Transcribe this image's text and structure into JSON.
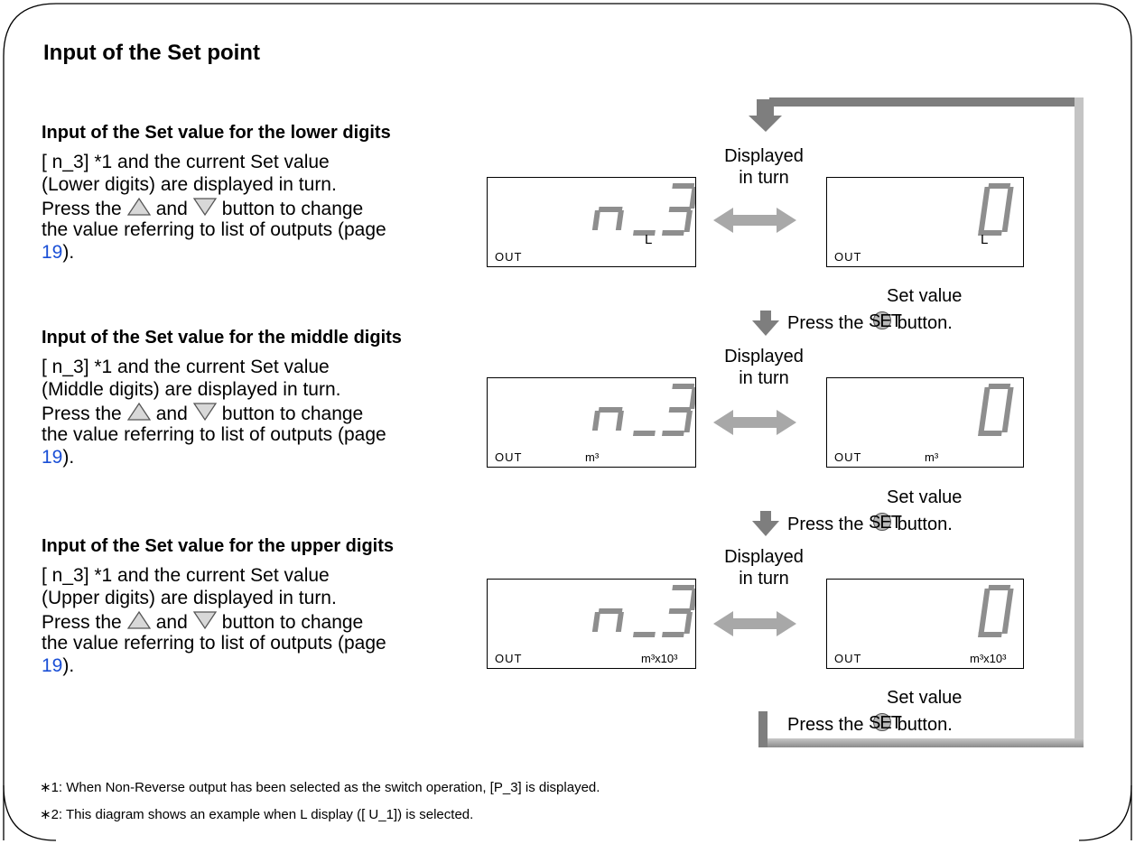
{
  "title": "Input of the Set point",
  "sections": [
    {
      "heading": "Input of the Set value for the lower digits",
      "line1": "[    n_3] *1 and the current Set value",
      "line2": "(Lower digits) are displayed in turn.",
      "press_pre": "Press the",
      "press_mid": "and",
      "press_post": "button to change",
      "line4": "the value referring to list of outputs (page",
      "page_ref": "19",
      "close": ").",
      "lcd_code": "n_3",
      "lcd_value": "0",
      "lcd_out": "OUT",
      "lcd_unit": "L"
    },
    {
      "heading": "Input of the Set value for the middle digits",
      "line1": "[    n_3] *1 and the current Set value",
      "line2": "(Middle digits) are displayed in turn.",
      "press_pre": "Press the",
      "press_mid": "and",
      "press_post": "button to change",
      "line4": "the value referring to list of outputs (page",
      "page_ref": "19",
      "close": ").",
      "lcd_code": "n_3",
      "lcd_value": "0",
      "lcd_out": "OUT",
      "lcd_unit": "m³"
    },
    {
      "heading": "Input of the Set value for the upper digits",
      "line1": "[    n_3] *1 and the current Set value",
      "line2": "(Upper digits) are displayed in turn.",
      "press_pre": "Press the",
      "press_mid": "and",
      "press_post": "button to change",
      "line4": "the value referring to list of outputs (page",
      "page_ref": "19",
      "close": ").",
      "lcd_code": "n_3",
      "lcd_value": "0",
      "lcd_out": "OUT",
      "lcd_unit": "m³x10³"
    }
  ],
  "flow": {
    "displayed": "Displayed",
    "in_turn": "in turn",
    "set_value": "Set value",
    "press_the": "Press the",
    "set_btn": "SET",
    "button": "button."
  },
  "footnotes": [
    "∗1: When Non-Reverse output has been selected as the switch operation, [P_3] is displayed.",
    "∗2: This diagram shows an example when L display ([    U_1]) is selected."
  ],
  "colors": {
    "link": "#1a4fd6",
    "flow_arrow_dark": "#7a7a7a",
    "flow_arrow_light": "#c4c4c4",
    "double_arrow": "#a8a8a8"
  }
}
